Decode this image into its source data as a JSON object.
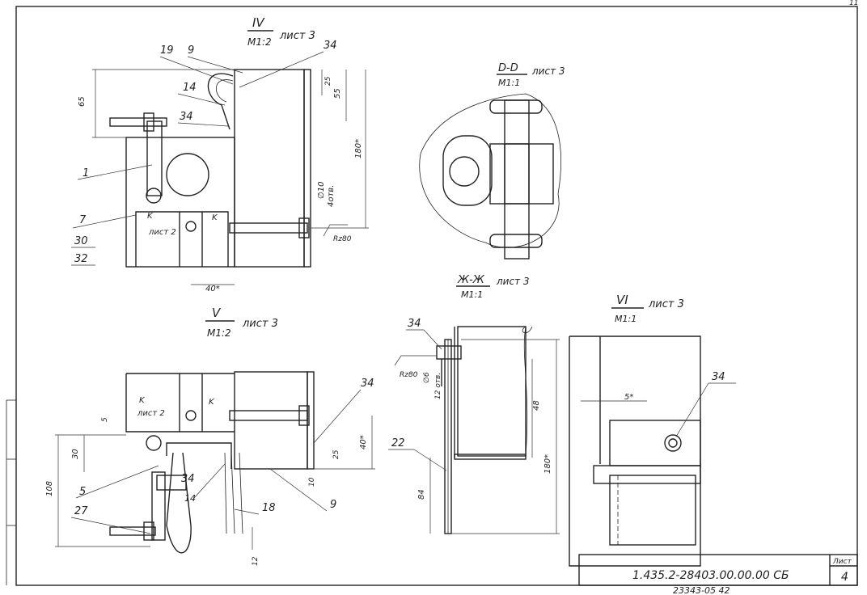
{
  "corner_page": "11",
  "views": {
    "iv": {
      "roman": "IV",
      "scale": "M1:2",
      "sheet_ref": "лист 3"
    },
    "dd": {
      "section": "D-D",
      "scale": "M1:1",
      "sheet_ref": "лист 3"
    },
    "zhzh": {
      "section": "Ж-Ж",
      "scale": "M1:1",
      "sheet_ref": "лист 3"
    },
    "v": {
      "roman": "V",
      "scale": "M1:2",
      "sheet_ref": "лист 3"
    },
    "vi": {
      "roman": "VI",
      "scale": "M1:1",
      "sheet_ref": "лист 3"
    }
  },
  "callouts": {
    "iv": [
      "19",
      "9",
      "34",
      "14",
      "34",
      "1",
      "7",
      "30",
      "32"
    ],
    "v": [
      "5",
      "27",
      "34",
      "14",
      "18",
      "9",
      "34"
    ],
    "side": [
      "34",
      "22"
    ],
    "vi": [
      "34"
    ]
  },
  "section_marks": {
    "k": "K",
    "list2": "лист 2"
  },
  "dimensions": {
    "iv": [
      "65",
      "25",
      "55",
      "180*",
      "∅10",
      "4отв.",
      "40*"
    ],
    "v": [
      "5",
      "30",
      "108",
      "40*",
      "25",
      "10",
      "12"
    ],
    "side": [
      "∅6",
      "12 отв.",
      "48",
      "84",
      "180*"
    ],
    "vi": [
      "5*"
    ]
  },
  "roughness": {
    "iv": "Rz80",
    "side": "Rz80"
  },
  "title_block": {
    "doc_number": "1.435.2-28403.00.00.00 СБ",
    "sheet_label": "Лист",
    "sheet_no": "4"
  },
  "archive_number": "23343-05  42"
}
